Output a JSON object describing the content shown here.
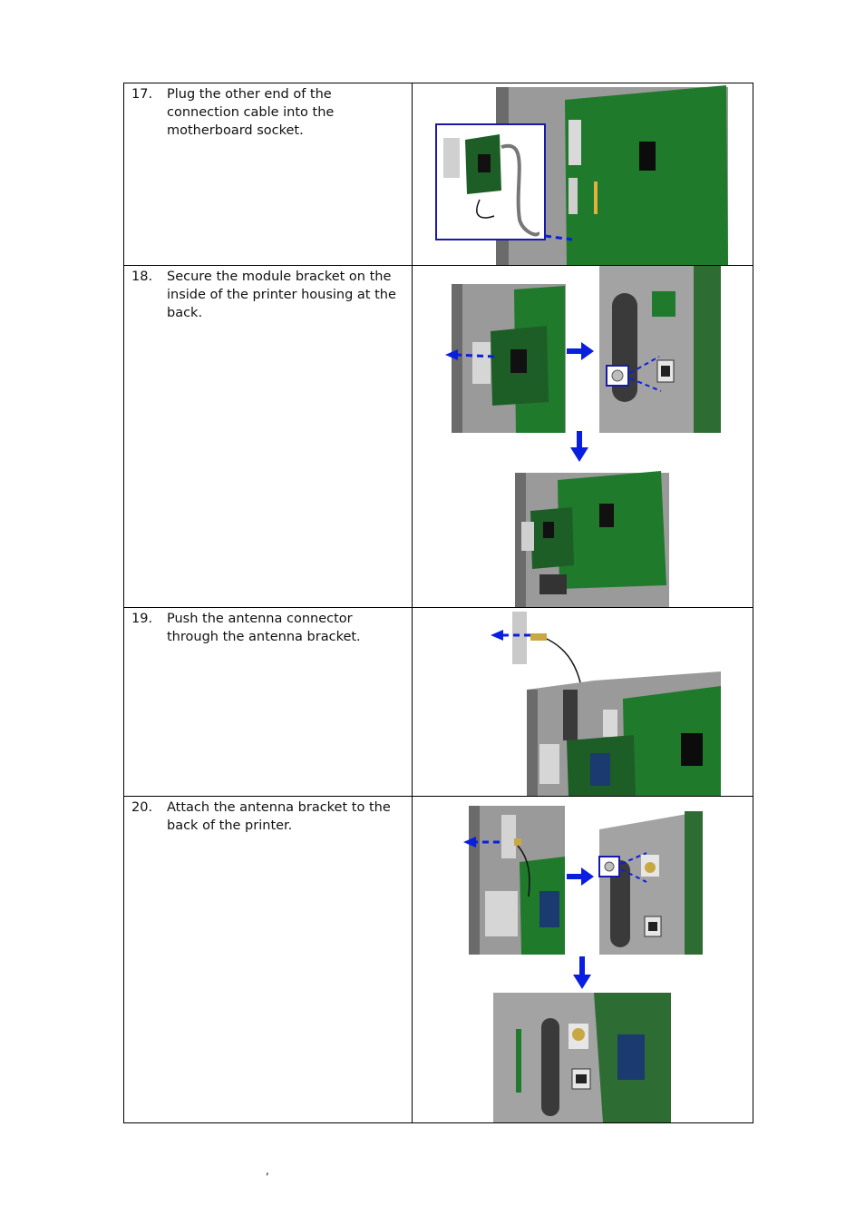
{
  "steps": [
    {
      "number": "17.",
      "text": "Plug the other end of the connection cable into the motherboard socket."
    },
    {
      "number": "18.",
      "text": "Secure the module bracket on the inside of the printer housing at the back."
    },
    {
      "number": "19.",
      "text": "Push the antenna connector through the antenna bracket."
    },
    {
      "number": "20.",
      "text": "Attach the antenna bracket to the back of the printer."
    }
  ],
  "footer": {
    "mark": ","
  },
  "colors": {
    "arrow": "#0a1ee0",
    "board": "#1f7a2b",
    "chassis": "#8e8e8e",
    "dark": "#3a3a3a"
  }
}
